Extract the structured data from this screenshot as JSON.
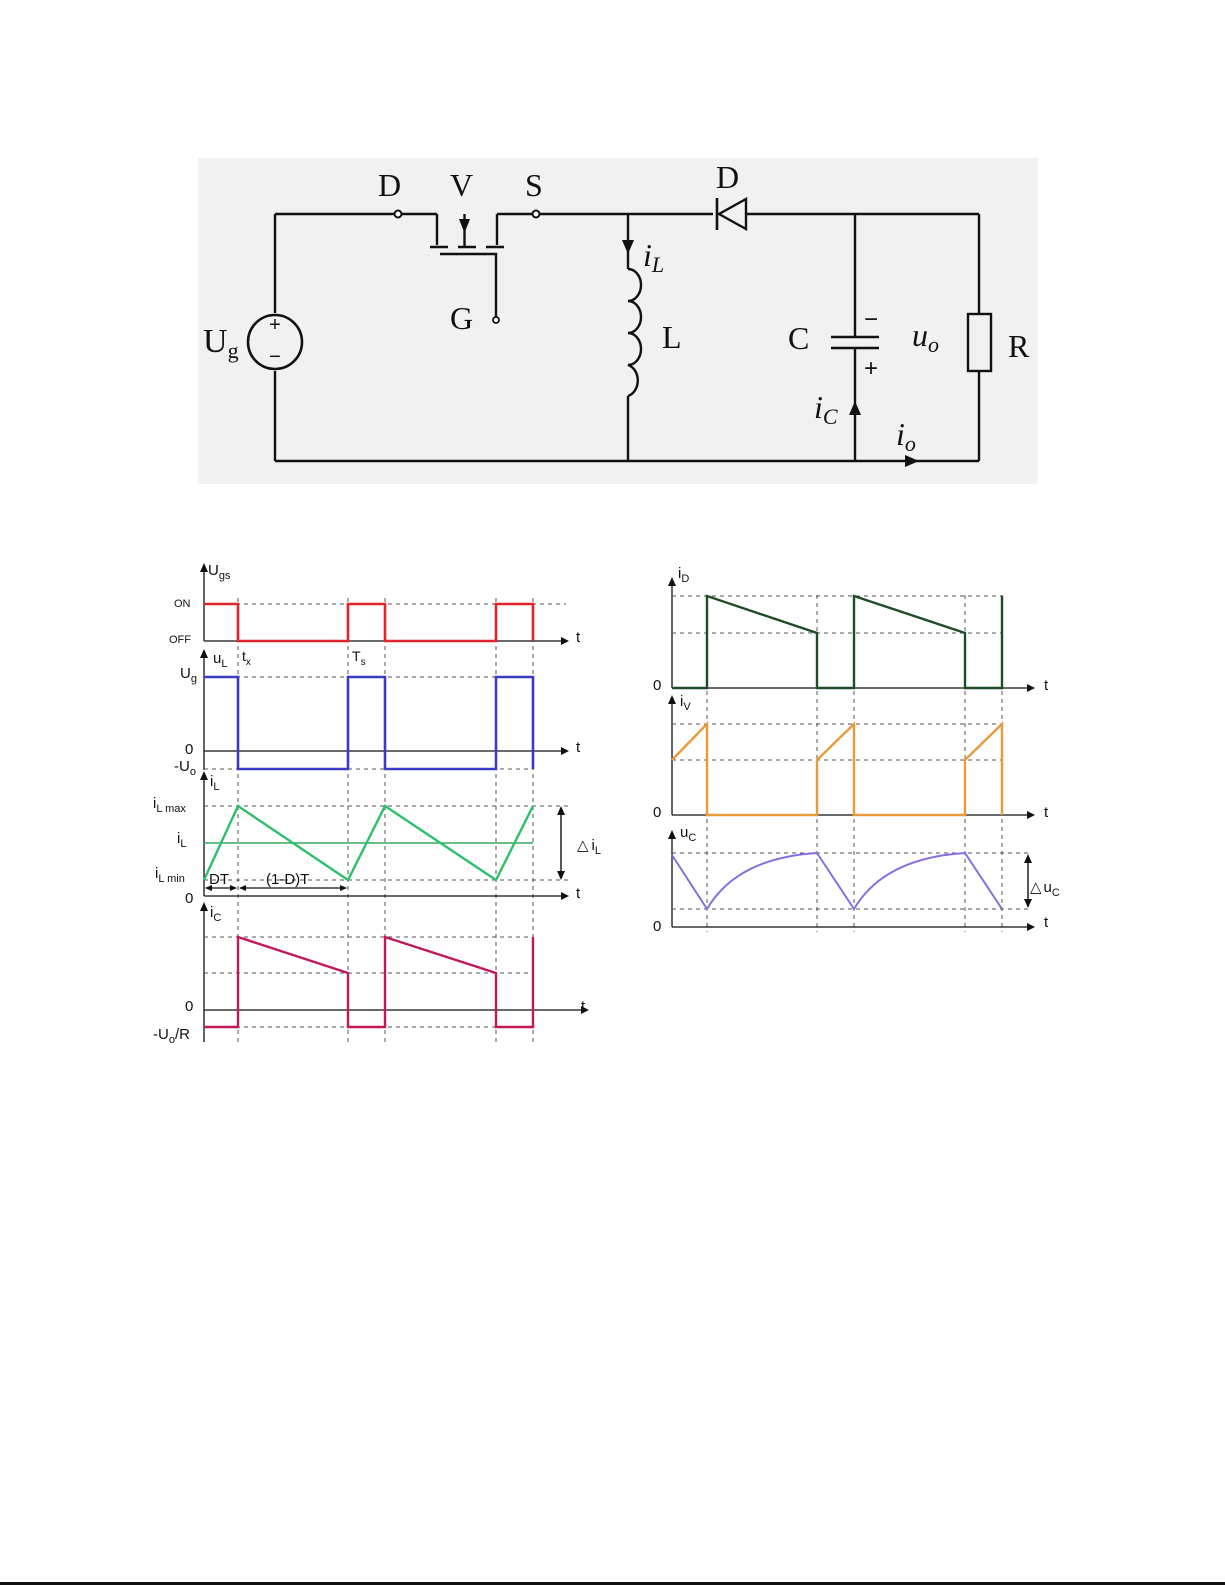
{
  "circuit": {
    "source_label": "U",
    "source_sub": "g",
    "source_plus": "+",
    "source_minus": "−",
    "drain_label": "D",
    "switch_label": "V",
    "source_node_label": "S",
    "gate_label": "G",
    "diode_label": "D",
    "inductor_label": "L",
    "inductor_current": "i",
    "inductor_current_sub": "L",
    "capacitor_label": "C",
    "cap_minus": "−",
    "cap_plus": "+",
    "cap_current": "i",
    "cap_current_sub": "C",
    "output_voltage": "u",
    "output_voltage_sub": "o",
    "resistor_label": "R",
    "output_current": "i",
    "output_current_sub": "o"
  },
  "waveforms_left": {
    "ugs": {
      "name": "U",
      "sub": "gs",
      "on": "ON",
      "off": "OFF",
      "t": "t",
      "color": "#e3232b"
    },
    "uL": {
      "name": "u",
      "sub": "L",
      "ug": "U",
      "ug_sub": "g",
      "zero": "0",
      "neg": "-U",
      "neg_sub": "o",
      "t": "t",
      "tx": "t",
      "tx_sub": "x",
      "ts": "T",
      "ts_sub": "s",
      "color": "#3b3bc4"
    },
    "iL": {
      "name": "i",
      "sub": "L",
      "max": "i",
      "max_sub": "L max",
      "mid": "i",
      "mid_sub": "L",
      "min": "i",
      "min_sub": "L min",
      "zero": "0",
      "t": "t",
      "delta": "△",
      "delta_i": "i",
      "delta_sub": "L",
      "dt": "DT",
      "one_minus_dt": "(1-D)T",
      "color": "#2dbf6a",
      "avg_color": "#3aa866"
    },
    "iC": {
      "name": "i",
      "sub": "C",
      "zero": "0",
      "neg": "-U",
      "neg_sub": "o",
      "neg_tail": "/R",
      "t": "t",
      "color": "#c2185b"
    }
  },
  "waveforms_right": {
    "iD": {
      "name": "i",
      "sub": "D",
      "zero": "0",
      "t": "t",
      "color": "#1e4d23"
    },
    "iV": {
      "name": "i",
      "sub": "V",
      "zero": "0",
      "t": "t",
      "color": "#e89a3c"
    },
    "uC": {
      "name": "u",
      "sub": "C",
      "zero": "0",
      "t": "t",
      "delta": "△",
      "delta_u": "u",
      "delta_sub": "C",
      "color": "#8a6ee0"
    }
  }
}
